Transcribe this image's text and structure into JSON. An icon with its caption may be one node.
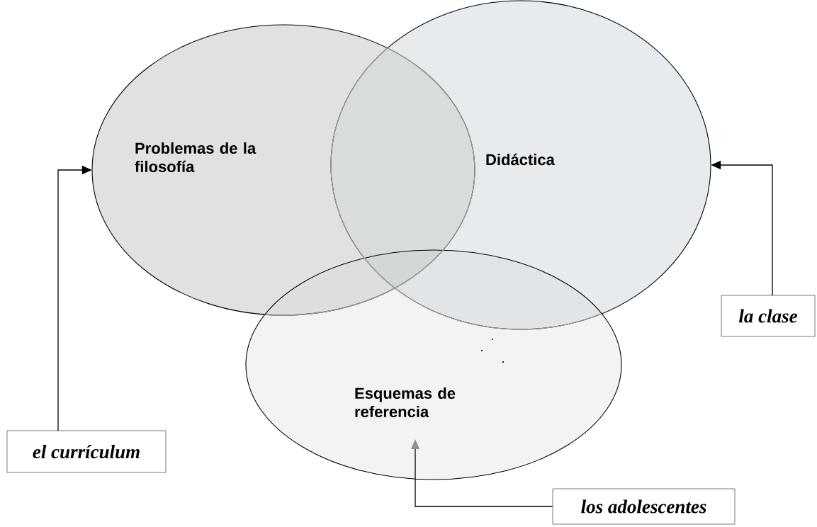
{
  "diagram": {
    "nodes": [
      {
        "text": [
          "Problemas de la filosofía"
        ]
      },
      {
        "text": [
          "Didáctica"
        ]
      },
      {
        "text": [
          "Esquemas de referencia"
        ]
      },
      {
        "text": [
          "el currículum"
        ]
      },
      {
        "text": [
          "la clase"
        ]
      },
      {
        "text": [
          "los adolescentes"
        ]
      }
    ],
    "edges": [
      {
        "from": 3,
        "to": 0,
        "arrow": "to"
      },
      {
        "from": 4,
        "to": 1,
        "arrow": "to"
      },
      {
        "from": 5,
        "to": 2,
        "arrow": "to"
      }
    ]
  }
}
